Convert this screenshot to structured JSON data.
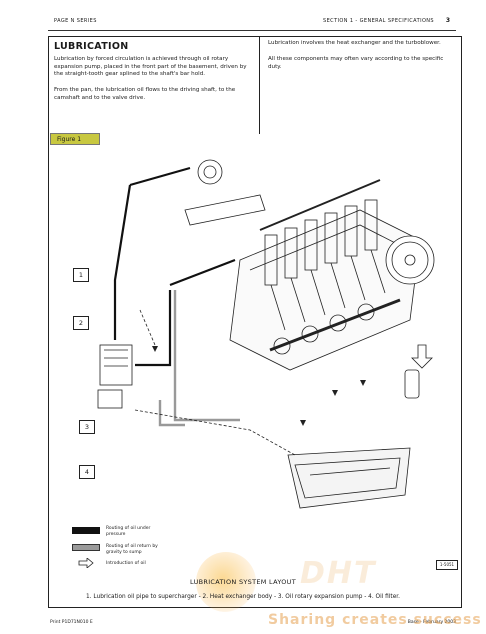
{
  "header": {
    "left": "PAGE N SERIES",
    "right": "SECTION 1 - GENERAL SPECIFICATIONS",
    "page_number": "3"
  },
  "section": {
    "title": "LUBRICATION",
    "paragraph_1": "Lubrication by forced circulation is achieved through oil rotary expansion pump, placed in the front part of the basement, driven by the straight-tooth gear splined to the shaft's bar hold.",
    "paragraph_2": "From the pan, the lubrication oil flows to the driving shaft, to the camshaft and to the valve drive.",
    "paragraph_3": "Lubrication involves the heat exchanger and the turboblower.",
    "paragraph_4": "All these components may often vary according to the specific duty."
  },
  "figure": {
    "label": "Figure 1",
    "callouts": [
      "1",
      "2",
      "3",
      "4"
    ],
    "reference_code": "1-5051",
    "legend": [
      {
        "text": "Routing of oil under pressure",
        "color": "#111111"
      },
      {
        "text": "Routing of oil return by gravity to sump",
        "color": "#9a9a9a"
      },
      {
        "text": "Introduction of oil",
        "color": "#ffffff"
      }
    ],
    "caption_title": "LUBRICATION SYSTEM LAYOUT",
    "caption": "1. Lubrication oil pipe to supercharger - 2. Heat exchanger body - 3. Oil rotary expansion pump - 4. Oil filter."
  },
  "footer": {
    "left": "Print P1D71N010 E",
    "right": "Base - February 2003"
  },
  "watermark": {
    "logo": "DHT",
    "slogan": "Sharing creates success"
  }
}
